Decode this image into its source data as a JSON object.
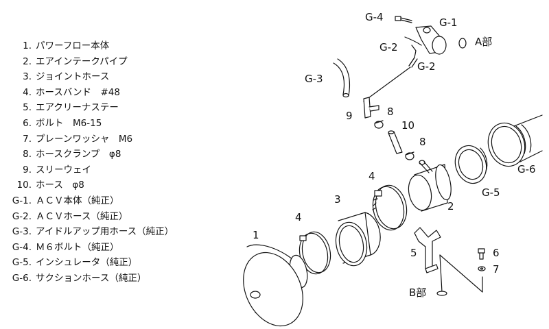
{
  "parts_list": [
    {
      "num": "1.",
      "name": "パワーフロー本体"
    },
    {
      "num": "2.",
      "name": "エアインテークパイプ"
    },
    {
      "num": "3.",
      "name": "ジョイントホース"
    },
    {
      "num": "4.",
      "name": "ホースバンド　#48"
    },
    {
      "num": "5.",
      "name": "エアクリーナステー"
    },
    {
      "num": "6.",
      "name": "ボルト　M6-15"
    },
    {
      "num": "7.",
      "name": "プレーンワッシャ　M6"
    },
    {
      "num": "8.",
      "name": "ホースクランプ　φ8"
    },
    {
      "num": "9.",
      "name": "スリーウェイ"
    },
    {
      "num": "10.",
      "name": "ホース　φ8"
    },
    {
      "num": "G-1.",
      "name": "ＡＣＶ本体（純正）"
    },
    {
      "num": "G-2.",
      "name": "ＡＣＶホース（純正）"
    },
    {
      "num": "G-3.",
      "name": "アイドルアップ用ホース（純正）"
    },
    {
      "num": "G-4.",
      "name": "Ｍ６ボルト（純正）"
    },
    {
      "num": "G-5.",
      "name": "インシュレータ（純正）"
    },
    {
      "num": "G-6.",
      "name": "サクションホース（純正）"
    }
  ],
  "callouts": {
    "g4": "G-4",
    "g1": "G-1",
    "a_part": "A部",
    "g2_upper": "G-2",
    "g2_lower": "G-2",
    "g3": "G-3",
    "n9": "9",
    "n8_upper": "8",
    "n10": "10",
    "n8_lower": "8",
    "g6": "G-6",
    "g5": "G-5",
    "n4_right": "4",
    "n3": "3",
    "n2": "2",
    "n4_left": "4",
    "n1": "1",
    "n5": "5",
    "n6": "6",
    "n7": "7",
    "b_part": "B部"
  }
}
